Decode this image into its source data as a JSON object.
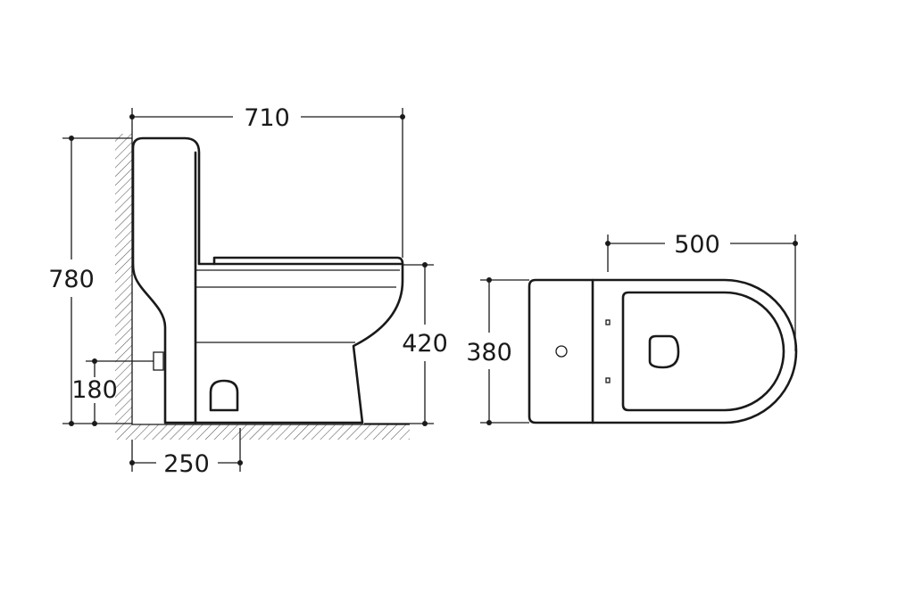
{
  "diagram": {
    "side_view": {
      "overall_width": "710",
      "overall_height": "780",
      "seat_height": "420",
      "inlet_height": "180",
      "rough_in": "250"
    },
    "top_view": {
      "length": "500",
      "width": "380"
    }
  }
}
